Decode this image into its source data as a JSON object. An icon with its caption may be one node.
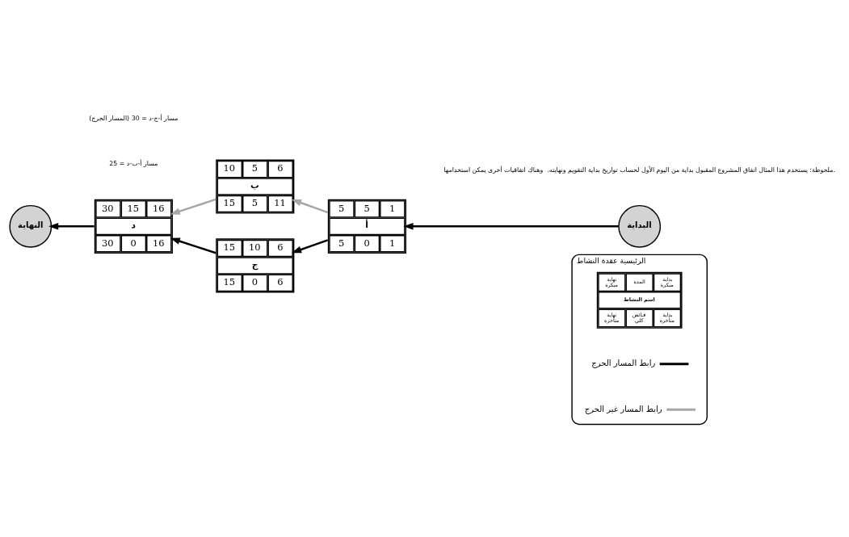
{
  "diagram": {
    "nodes": [
      {
        "text": [
          "الرئيسية عقدة النشاط"
        ]
      },
      {
        "text": [
          "بداية مبكرة",
          "المدة",
          "نهاية مبكرة",
          "اسم النشاط",
          "بداية متأخرة",
          "فـائض كلي",
          "نهاية متأخرة"
        ],
        "in": 0
      },
      {
        "text": [
          "البداية"
        ]
      },
      {
        "text": [
          "1",
          "5",
          "5",
          "أ",
          "1",
          "0",
          "5"
        ]
      },
      {
        "text": [
          "6",
          "5",
          "10",
          "ب",
          "11",
          "5",
          "15"
        ]
      },
      {
        "text": [
          "6",
          "10",
          "15",
          "ج",
          "6",
          "0",
          "15"
        ]
      },
      {
        "text": [
          "16",
          "15",
          "30",
          "د",
          "16",
          "0",
          "30"
        ]
      },
      {
        "text": [
          "النهاية"
        ]
      }
    ],
    "edges": [
      {
        "from": 2,
        "to": 3,
        "arrow": "to"
      },
      {
        "from": 3,
        "to": 4,
        "arrow": "to",
        "color": "#a6a6a6"
      },
      {
        "from": 3,
        "to": 5,
        "arrow": "to"
      },
      {
        "from": 4,
        "to": 6,
        "arrow": "to",
        "color": "#a6a6a6"
      },
      {
        "from": 5,
        "to": 6,
        "arrow": "to"
      },
      {
        "from": 6,
        "to": 7,
        "arrow": "to"
      }
    ],
    "labels": [
      "مسار أ-ب-د = 25",
      "مسار أ-ج-د = 30 (المسار الحرج)",
      "ملحوظة: يستخدم هذا المثال اتفاق المشروع المقبول بداية من اليوم الأول لحساب تواريخ بداية التقويم ونهايته.  وهناك اتفاقيات أخرى يمكن استخدامها."
    ],
    "legend": [
      {
        "text": "رابط المسار الحرج"
      },
      {
        "text": "رابط المسار غير الحرج"
      }
    ]
  }
}
